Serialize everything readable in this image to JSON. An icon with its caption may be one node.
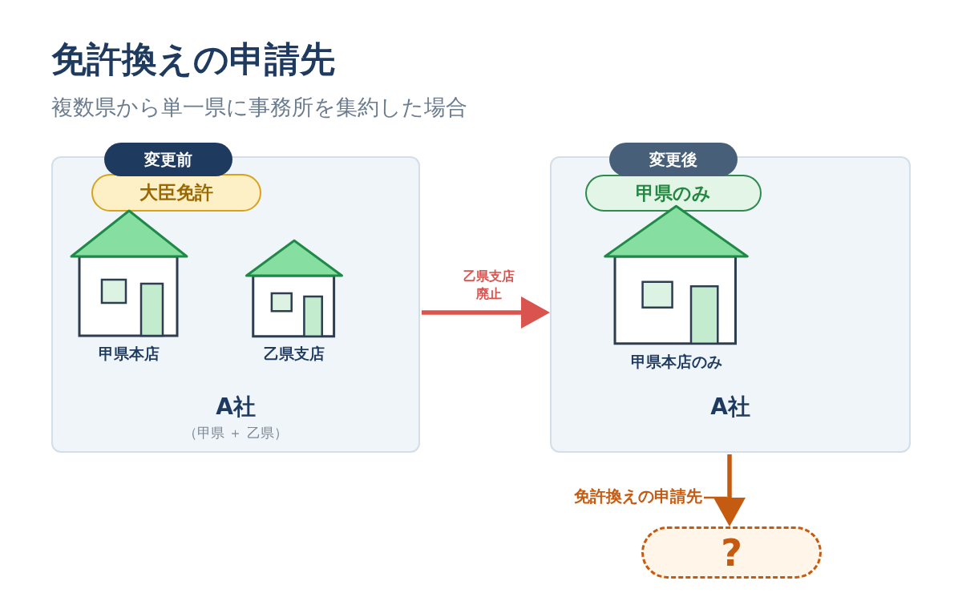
{
  "diagram": {
    "title": "免許換えの申請先",
    "nodes": [
      {
        "text": [
          "A社",
          "（甲県 ＋ 乙県）"
        ]
      },
      {
        "text": [
          "変更前"
        ]
      },
      {
        "text": [
          "大臣免許"
        ],
        "in": 0
      },
      {
        "text": [
          "甲県本店"
        ],
        "in": 0
      },
      {
        "text": [
          "乙県支店"
        ],
        "in": 0
      },
      {
        "text": [
          "A社"
        ]
      },
      {
        "text": [
          "変更後"
        ]
      },
      {
        "text": [
          "甲県のみ"
        ],
        "in": 5
      },
      {
        "text": [
          "甲県本店のみ"
        ],
        "in": 5
      },
      {
        "text": [
          "?"
        ]
      }
    ],
    "edges": [
      {
        "from": 0,
        "to": 5,
        "arrow": "to",
        "label": "乙県支店廃止",
        "color": "#d9534f"
      },
      {
        "from": 5,
        "to": 9,
        "arrow": "to",
        "label": "免許換えの申請先",
        "color": "#c55a11"
      }
    ],
    "labels": [
      "複数県から単一県に事務所を集約した場合"
    ]
  }
}
